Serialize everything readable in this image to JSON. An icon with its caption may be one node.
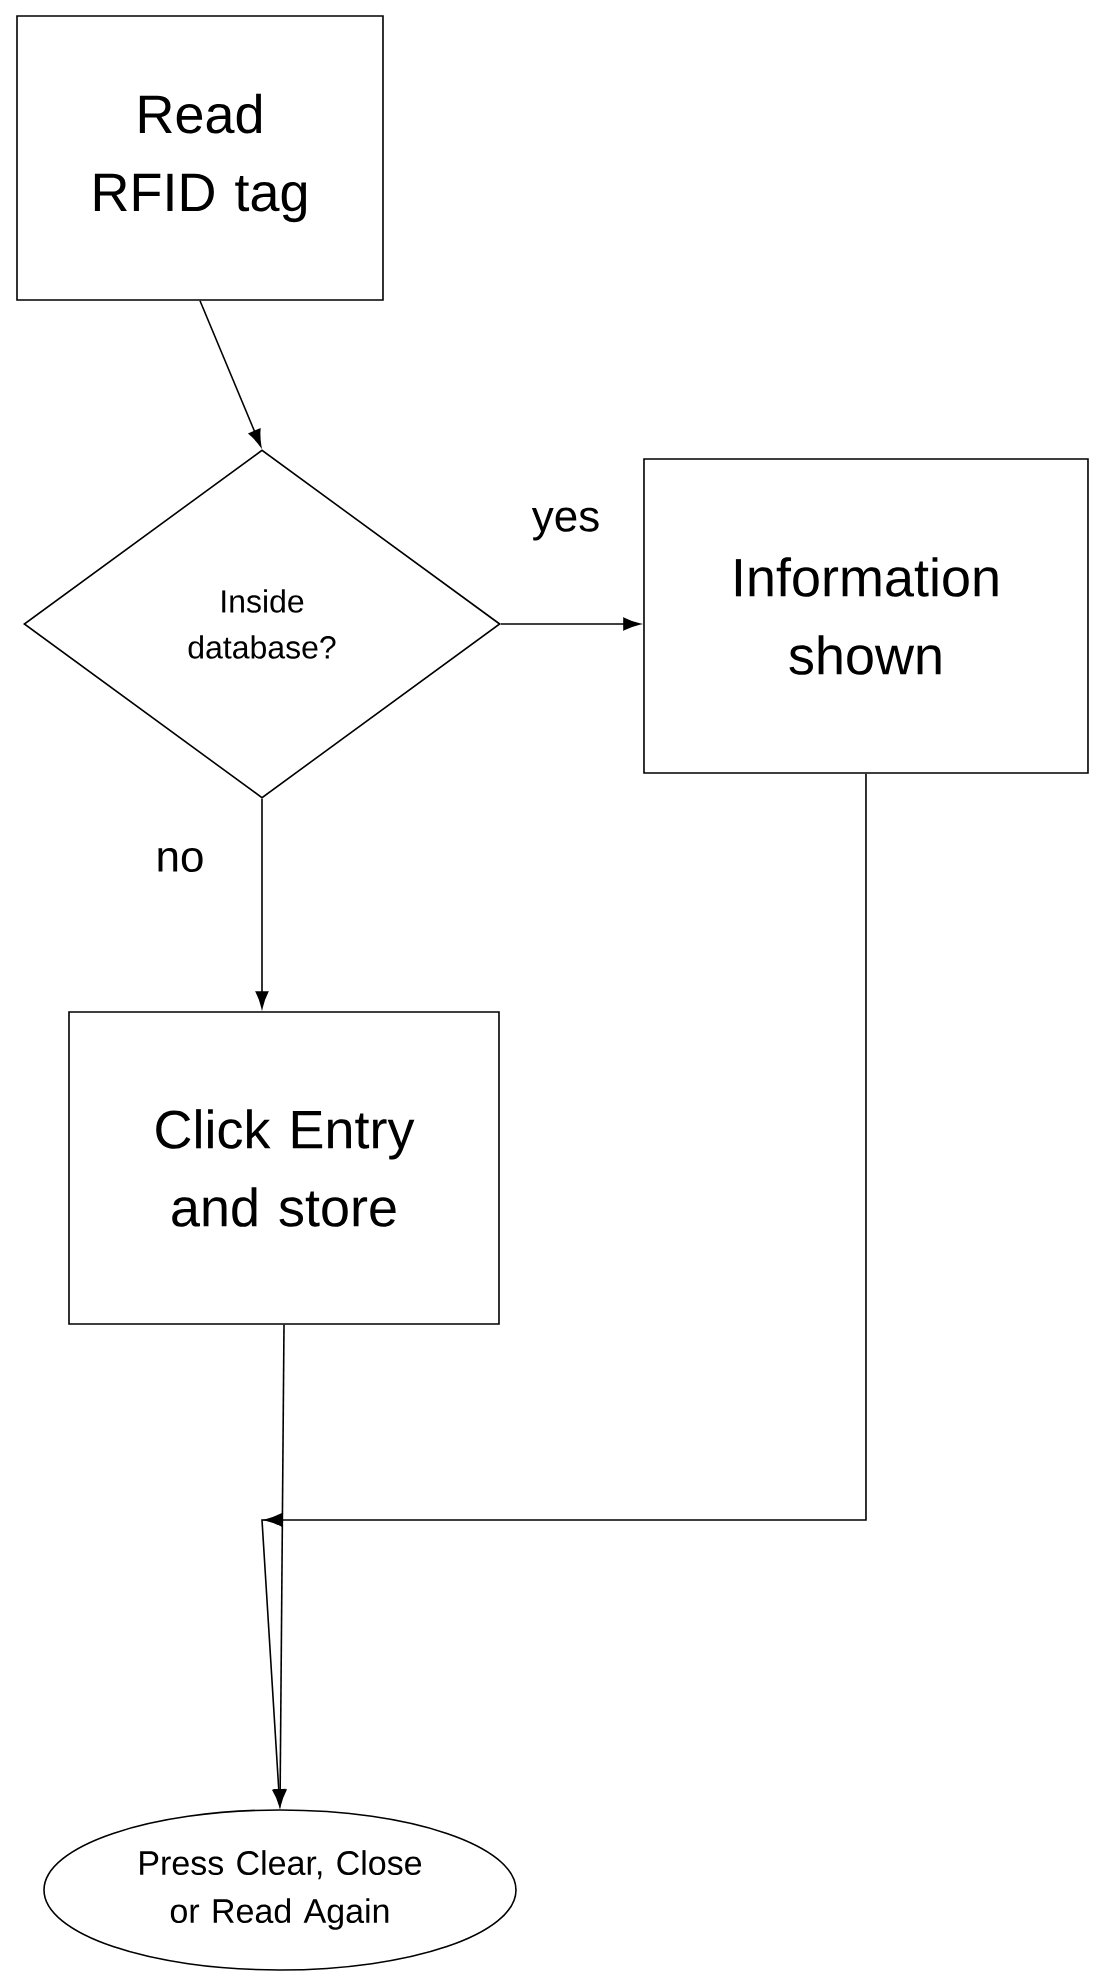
{
  "diagram": {
    "nodes": [
      {
        "text": [
          "Read RFID tag"
        ]
      },
      {
        "text": [
          "Inside database?"
        ]
      },
      {
        "text": [
          "Information shown"
        ]
      },
      {
        "text": [
          "Click Entry and store"
        ]
      },
      {
        "text": [
          "Press Clear, Close or Read Again"
        ]
      }
    ],
    "edges": [
      {
        "from": 0,
        "to": 1,
        "arrow": "to"
      },
      {
        "from": 1,
        "to": 2,
        "arrow": "to",
        "label": "yes"
      },
      {
        "from": 1,
        "to": 3,
        "arrow": "to",
        "label": "no"
      },
      {
        "from": 3,
        "to": 4,
        "arrow": "to"
      },
      {
        "from": 2,
        "to": 4,
        "arrow": "to"
      }
    ]
  }
}
